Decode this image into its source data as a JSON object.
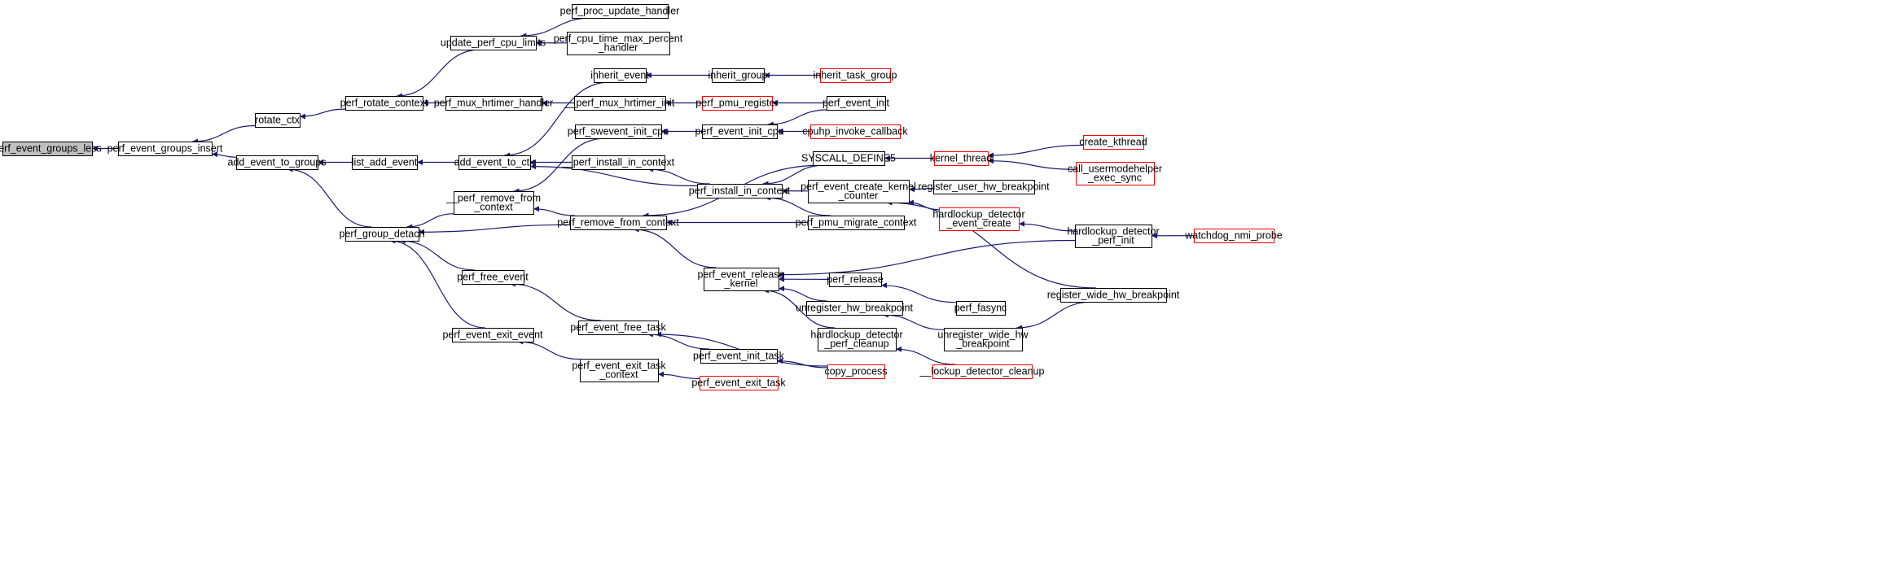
{
  "colors": {
    "edge": "#191970",
    "node_border": "#000000",
    "node_border_truncated": "#ff0000",
    "root_fill": "#bfbfbf",
    "node_fill": "#ffffff"
  },
  "graph": {
    "root": "perf_event_groups_less",
    "nodes": [
      {
        "id": "perf_event_groups_less",
        "lines": [
          "perf_event_groups_less"
        ],
        "style": "root"
      },
      {
        "id": "perf_event_groups_insert",
        "lines": [
          "perf_event_groups_insert"
        ],
        "style": "normal"
      },
      {
        "id": "rotate_ctx",
        "lines": [
          "rotate_ctx"
        ],
        "style": "normal"
      },
      {
        "id": "add_event_to_groups",
        "lines": [
          "add_event_to_groups"
        ],
        "style": "normal"
      },
      {
        "id": "perf_rotate_context",
        "lines": [
          "perf_rotate_context"
        ],
        "style": "normal"
      },
      {
        "id": "list_add_event",
        "lines": [
          "list_add_event"
        ],
        "style": "normal"
      },
      {
        "id": "perf_group_detach",
        "lines": [
          "perf_group_detach"
        ],
        "style": "normal"
      },
      {
        "id": "update_perf_cpu_limits",
        "lines": [
          "update_perf_cpu_limits"
        ],
        "style": "normal"
      },
      {
        "id": "perf_mux_hrtimer_handler",
        "lines": [
          "perf_mux_hrtimer_handler"
        ],
        "style": "normal"
      },
      {
        "id": "add_event_to_ctx",
        "lines": [
          "add_event_to_ctx"
        ],
        "style": "normal"
      },
      {
        "id": "__perf_remove_from_context",
        "lines": [
          "__perf_remove_from",
          "_context"
        ],
        "style": "normal"
      },
      {
        "id": "perf_free_event",
        "lines": [
          "perf_free_event"
        ],
        "style": "normal"
      },
      {
        "id": "perf_event_exit_event",
        "lines": [
          "perf_event_exit_event"
        ],
        "style": "normal"
      },
      {
        "id": "perf_proc_update_handler",
        "lines": [
          "perf_proc_update_handler"
        ],
        "style": "normal"
      },
      {
        "id": "perf_cpu_time_max_percent_handler",
        "lines": [
          "perf_cpu_time_max_percent",
          "_handler"
        ],
        "style": "normal"
      },
      {
        "id": "inherit_event",
        "lines": [
          "inherit_event"
        ],
        "style": "normal"
      },
      {
        "id": "__perf_mux_hrtimer_init",
        "lines": [
          "__perf_mux_hrtimer_init"
        ],
        "style": "normal"
      },
      {
        "id": "perf_swevent_init_cpu",
        "lines": [
          "perf_swevent_init_cpu"
        ],
        "style": "normal"
      },
      {
        "id": "__perf_install_in_context",
        "lines": [
          "__perf_install_in_context"
        ],
        "style": "normal"
      },
      {
        "id": "perf_remove_from_context",
        "lines": [
          "perf_remove_from_context"
        ],
        "style": "normal"
      },
      {
        "id": "perf_event_free_task",
        "lines": [
          "perf_event_free_task"
        ],
        "style": "normal"
      },
      {
        "id": "perf_event_exit_task_context",
        "lines": [
          "perf_event_exit_task",
          "_context"
        ],
        "style": "normal"
      },
      {
        "id": "inherit_group",
        "lines": [
          "inherit_group"
        ],
        "style": "normal"
      },
      {
        "id": "perf_pmu_register",
        "lines": [
          "perf_pmu_register"
        ],
        "style": "truncated"
      },
      {
        "id": "perf_event_init_cpu",
        "lines": [
          "perf_event_init_cpu"
        ],
        "style": "normal"
      },
      {
        "id": "perf_install_in_context",
        "lines": [
          "perf_install_in_context"
        ],
        "style": "normal"
      },
      {
        "id": "perf_event_release_kernel",
        "lines": [
          "perf_event_release",
          "_kernel"
        ],
        "style": "normal"
      },
      {
        "id": "perf_event_init_task",
        "lines": [
          "perf_event_init_task"
        ],
        "style": "normal"
      },
      {
        "id": "perf_event_exit_task",
        "lines": [
          "perf_event_exit_task"
        ],
        "style": "truncated"
      },
      {
        "id": "inherit_task_group",
        "lines": [
          "inherit_task_group"
        ],
        "style": "truncated"
      },
      {
        "id": "perf_event_init",
        "lines": [
          "perf_event_init"
        ],
        "style": "normal"
      },
      {
        "id": "cpuhp_invoke_callback",
        "lines": [
          "cpuhp_invoke_callback"
        ],
        "style": "truncated"
      },
      {
        "id": "SYSCALL_DEFINE5",
        "lines": [
          "SYSCALL_DEFINE5"
        ],
        "style": "normal"
      },
      {
        "id": "perf_event_create_kernel_counter",
        "lines": [
          "perf_event_create_kernel",
          "_counter"
        ],
        "style": "normal"
      },
      {
        "id": "perf_pmu_migrate_context",
        "lines": [
          "perf_pmu_migrate_context"
        ],
        "style": "normal"
      },
      {
        "id": "perf_release",
        "lines": [
          "perf_release"
        ],
        "style": "normal"
      },
      {
        "id": "unregister_hw_breakpoint",
        "lines": [
          "unregister_hw_breakpoint"
        ],
        "style": "normal"
      },
      {
        "id": "hardlockup_detector_perf_cleanup",
        "lines": [
          "hardlockup_detector",
          "_perf_cleanup"
        ],
        "style": "normal"
      },
      {
        "id": "copy_process",
        "lines": [
          "copy_process"
        ],
        "style": "truncated"
      },
      {
        "id": "kernel_thread",
        "lines": [
          "kernel_thread"
        ],
        "style": "truncated"
      },
      {
        "id": "register_user_hw_breakpoint",
        "lines": [
          "register_user_hw_breakpoint"
        ],
        "style": "normal"
      },
      {
        "id": "hardlockup_detector_event_create",
        "lines": [
          "hardlockup_detector",
          "_event_create"
        ],
        "style": "truncated"
      },
      {
        "id": "perf_fasync",
        "lines": [
          "perf_fasync"
        ],
        "style": "normal"
      },
      {
        "id": "unregister_wide_hw_breakpoint",
        "lines": [
          "unregister_wide_hw",
          "_breakpoint"
        ],
        "style": "normal"
      },
      {
        "id": "__lockup_detector_cleanup",
        "lines": [
          "__lockup_detector_cleanup"
        ],
        "style": "truncated"
      },
      {
        "id": "create_kthread",
        "lines": [
          "create_kthread"
        ],
        "style": "truncated"
      },
      {
        "id": "call_usermodehelper_exec_sync",
        "lines": [
          "call_usermodehelper",
          "_exec_sync"
        ],
        "style": "truncated"
      },
      {
        "id": "hardlockup_detector_perf_init",
        "lines": [
          "hardlockup_detector",
          "_perf_init"
        ],
        "style": "normal"
      },
      {
        "id": "register_wide_hw_breakpoint",
        "lines": [
          "register_wide_hw_breakpoint"
        ],
        "style": "normal"
      },
      {
        "id": "watchdog_nmi_probe",
        "lines": [
          "watchdog_nmi_probe"
        ],
        "style": "truncated"
      }
    ],
    "edges": [
      {
        "from": "perf_event_groups_insert",
        "to": "perf_event_groups_less"
      },
      {
        "from": "rotate_ctx",
        "to": "perf_event_groups_insert"
      },
      {
        "from": "add_event_to_groups",
        "to": "perf_event_groups_insert"
      },
      {
        "from": "perf_rotate_context",
        "to": "rotate_ctx"
      },
      {
        "from": "list_add_event",
        "to": "add_event_to_groups"
      },
      {
        "from": "perf_group_detach",
        "to": "add_event_to_groups"
      },
      {
        "from": "update_perf_cpu_limits",
        "to": "perf_rotate_context"
      },
      {
        "from": "perf_mux_hrtimer_handler",
        "to": "perf_rotate_context"
      },
      {
        "from": "add_event_to_ctx",
        "to": "list_add_event"
      },
      {
        "from": "__perf_remove_from_context",
        "to": "perf_group_detach"
      },
      {
        "from": "perf_remove_from_context",
        "to": "perf_group_detach"
      },
      {
        "from": "perf_free_event",
        "to": "perf_group_detach"
      },
      {
        "from": "perf_event_exit_event",
        "to": "perf_group_detach"
      },
      {
        "from": "perf_proc_update_handler",
        "to": "update_perf_cpu_limits"
      },
      {
        "from": "perf_cpu_time_max_percent_handler",
        "to": "update_perf_cpu_limits"
      },
      {
        "from": "__perf_mux_hrtimer_init",
        "to": "perf_mux_hrtimer_handler"
      },
      {
        "from": "inherit_event",
        "to": "add_event_to_ctx"
      },
      {
        "from": "__perf_install_in_context",
        "to": "add_event_to_ctx"
      },
      {
        "from": "perf_install_in_context",
        "to": "add_event_to_ctx"
      },
      {
        "from": "perf_swevent_init_cpu",
        "to": "__perf_remove_from_context"
      },
      {
        "from": "perf_remove_from_context",
        "to": "__perf_remove_from_context"
      },
      {
        "from": "perf_event_free_task",
        "to": "perf_free_event"
      },
      {
        "from": "perf_event_exit_task_context",
        "to": "perf_event_exit_event"
      },
      {
        "from": "inherit_group",
        "to": "inherit_event"
      },
      {
        "from": "perf_pmu_register",
        "to": "__perf_mux_hrtimer_init"
      },
      {
        "from": "perf_event_init_cpu",
        "to": "perf_swevent_init_cpu"
      },
      {
        "from": "perf_install_in_context",
        "to": "__perf_install_in_context"
      },
      {
        "from": "SYSCALL_DEFINE5",
        "to": "perf_remove_from_context"
      },
      {
        "from": "perf_pmu_migrate_context",
        "to": "perf_remove_from_context"
      },
      {
        "from": "perf_event_release_kernel",
        "to": "perf_remove_from_context"
      },
      {
        "from": "perf_event_init_task",
        "to": "perf_event_free_task"
      },
      {
        "from": "copy_process",
        "to": "perf_event_free_task"
      },
      {
        "from": "perf_event_exit_task",
        "to": "perf_event_exit_task_context"
      },
      {
        "from": "inherit_task_group",
        "to": "inherit_group"
      },
      {
        "from": "perf_event_init",
        "to": "perf_pmu_register"
      },
      {
        "from": "perf_event_init",
        "to": "perf_event_init_cpu"
      },
      {
        "from": "cpuhp_invoke_callback",
        "to": "perf_event_init_cpu"
      },
      {
        "from": "SYSCALL_DEFINE5",
        "to": "perf_install_in_context"
      },
      {
        "from": "perf_event_create_kernel_counter",
        "to": "perf_install_in_context"
      },
      {
        "from": "perf_pmu_migrate_context",
        "to": "perf_install_in_context"
      },
      {
        "from": "perf_release",
        "to": "perf_event_release_kernel"
      },
      {
        "from": "unregister_hw_breakpoint",
        "to": "perf_event_release_kernel"
      },
      {
        "from": "hardlockup_detector_perf_cleanup",
        "to": "perf_event_release_kernel"
      },
      {
        "from": "hardlockup_detector_perf_init",
        "to": "perf_event_release_kernel"
      },
      {
        "from": "copy_process",
        "to": "perf_event_init_task"
      },
      {
        "from": "kernel_thread",
        "to": "SYSCALL_DEFINE5"
      },
      {
        "from": "register_user_hw_breakpoint",
        "to": "perf_event_create_kernel_counter"
      },
      {
        "from": "hardlockup_detector_event_create",
        "to": "perf_event_create_kernel_counter"
      },
      {
        "from": "register_wide_hw_breakpoint",
        "to": "perf_event_create_kernel_counter"
      },
      {
        "from": "perf_fasync",
        "to": "perf_release"
      },
      {
        "from": "unregister_wide_hw_breakpoint",
        "to": "unregister_hw_breakpoint"
      },
      {
        "from": "__lockup_detector_cleanup",
        "to": "hardlockup_detector_perf_cleanup"
      },
      {
        "from": "create_kthread",
        "to": "kernel_thread"
      },
      {
        "from": "call_usermodehelper_exec_sync",
        "to": "kernel_thread"
      },
      {
        "from": "hardlockup_detector_perf_init",
        "to": "hardlockup_detector_event_create"
      },
      {
        "from": "register_wide_hw_breakpoint",
        "to": "unregister_wide_hw_breakpoint"
      },
      {
        "from": "watchdog_nmi_probe",
        "to": "hardlockup_detector_perf_init"
      }
    ]
  }
}
